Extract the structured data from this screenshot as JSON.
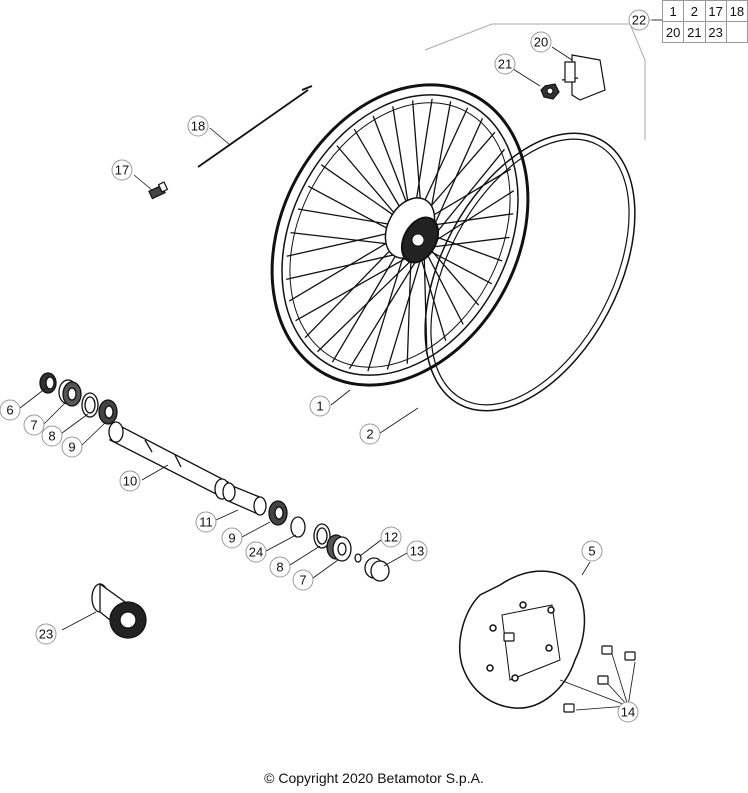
{
  "callouts": [
    {
      "id": "c1",
      "text": "1"
    },
    {
      "id": "c2",
      "text": "2"
    },
    {
      "id": "c5",
      "text": "5"
    },
    {
      "id": "c6",
      "text": "6"
    },
    {
      "id": "c7a",
      "text": "7"
    },
    {
      "id": "c7b",
      "text": "7"
    },
    {
      "id": "c8a",
      "text": "8"
    },
    {
      "id": "c8b",
      "text": "8"
    },
    {
      "id": "c9a",
      "text": "9"
    },
    {
      "id": "c9b",
      "text": "9"
    },
    {
      "id": "c10",
      "text": "10"
    },
    {
      "id": "c11",
      "text": "11"
    },
    {
      "id": "c12",
      "text": "12"
    },
    {
      "id": "c13",
      "text": "13"
    },
    {
      "id": "c14",
      "text": "14"
    },
    {
      "id": "c17",
      "text": "17"
    },
    {
      "id": "c18",
      "text": "18"
    },
    {
      "id": "c20",
      "text": "20"
    },
    {
      "id": "c21",
      "text": "21"
    },
    {
      "id": "c22",
      "text": "22"
    },
    {
      "id": "c23",
      "text": "23"
    },
    {
      "id": "c24",
      "text": "24"
    }
  ],
  "kit_table": {
    "row1": [
      "1",
      "2",
      "17",
      "18"
    ],
    "row2": [
      "20",
      "21",
      "23"
    ]
  },
  "copyright": "© Copyright 2020 Betamotor S.p.A."
}
